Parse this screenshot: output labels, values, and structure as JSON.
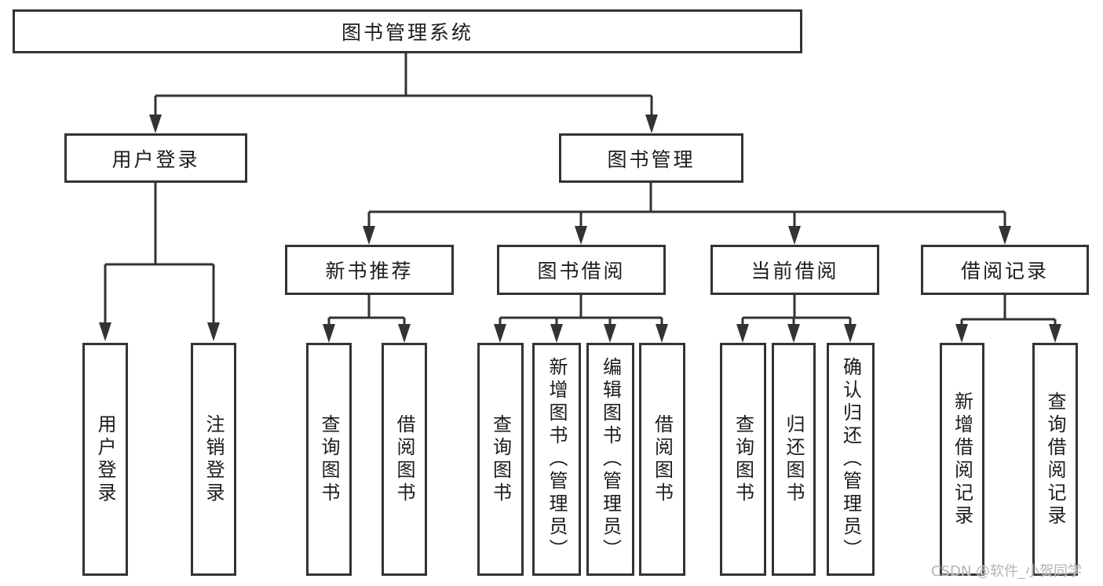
{
  "diagram": {
    "watermark": "CSDN @软件_小贺同学",
    "colors": {
      "line": "#333333",
      "text": "#1c1c1c",
      "background": "#ffffff",
      "watermark": "#b3b3b3"
    },
    "tree": {
      "label": "图书管理系统",
      "children": [
        {
          "label": "用户登录",
          "children": [
            {
              "label": "用户登录"
            },
            {
              "label": "注销登录"
            }
          ]
        },
        {
          "label": "图书管理",
          "children": [
            {
              "label": "新书推荐",
              "children": [
                {
                  "label": "查询图书"
                },
                {
                  "label": "借阅图书"
                }
              ]
            },
            {
              "label": "图书借阅",
              "children": [
                {
                  "label": "查询图书"
                },
                {
                  "label": "新增图书（管理员）"
                },
                {
                  "label": "编辑图书（管理员）"
                },
                {
                  "label": "借阅图书"
                }
              ]
            },
            {
              "label": "当前借阅",
              "children": [
                {
                  "label": "查询图书"
                },
                {
                  "label": "归还图书"
                },
                {
                  "label": "确认归还（管理员）"
                }
              ]
            },
            {
              "label": "借阅记录",
              "children": [
                {
                  "label": "新增借阅记录"
                },
                {
                  "label": "查询借阅记录"
                }
              ]
            }
          ]
        }
      ]
    }
  }
}
